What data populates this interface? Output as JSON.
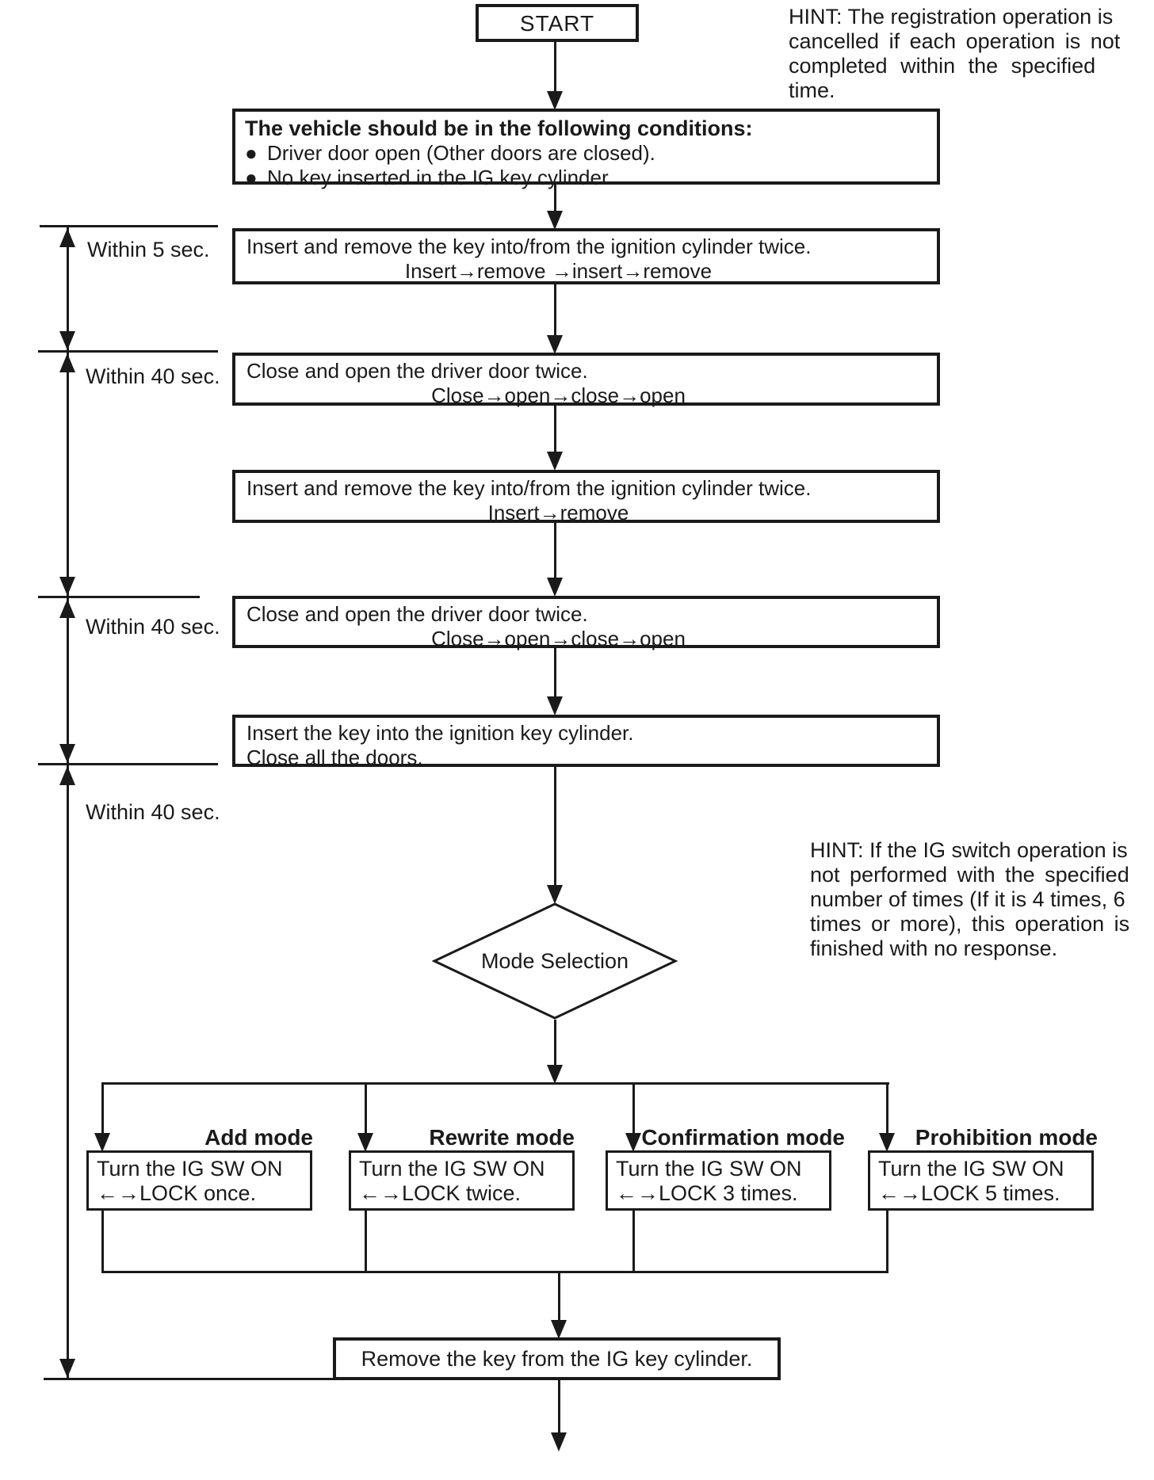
{
  "colors": {
    "ink": "#1a1a1a",
    "paper": "#ffffff"
  },
  "hints": {
    "top_right_lines": [
      "HINT: The registration operation is",
      "cancelled if each operation is not",
      "completed within the specified",
      "time."
    ],
    "mid_right_lines": [
      "HINT: If the IG switch operation is",
      "not performed with the specified",
      "number of times (If it is 4 times, 6",
      "times or more), this operation is",
      "finished with no response."
    ]
  },
  "timers": {
    "t1": "Within 5 sec.",
    "t2": "Within 40 sec.",
    "t3": "Within 40 sec.",
    "t4": "Within 40 sec."
  },
  "flow": {
    "start_label": "START",
    "conditions": {
      "title": "The vehicle should be in the following conditions:",
      "bullet_glyph": "●",
      "bullets": [
        "Driver door open (Other doors are closed).",
        "No key inserted in the IG key cylinder."
      ]
    },
    "steps": [
      {
        "line1": "Insert and remove the key into/from the ignition cylinder twice.",
        "line2": "Insert→remove →insert→remove"
      },
      {
        "line1": "Close and open the driver door twice.",
        "line2": "Close→open→close→open"
      },
      {
        "line1": "Insert and remove the key into/from the ignition cylinder twice.",
        "line2": "Insert→remove"
      },
      {
        "line1": "Close and open the driver door twice.",
        "line2": "Close→open→close→open"
      },
      {
        "line1": "Insert the key into the ignition key cylinder.",
        "line2": "Close all the doors."
      }
    ],
    "decision_label": "Mode Selection",
    "modes": [
      {
        "title": "Add mode",
        "line1": "Turn the IG SW ON",
        "line2": "←→LOCK once."
      },
      {
        "title": "Rewrite mode",
        "line1": "Turn the IG SW ON",
        "line2": "←→LOCK twice."
      },
      {
        "title": "Confirmation mode",
        "line1": "Turn the IG SW ON",
        "line2": "←→LOCK 3 times."
      },
      {
        "title": "Prohibition mode",
        "line1": "Turn the IG SW ON",
        "line2": "←→LOCK 5 times."
      }
    ],
    "final_label": "Remove the key from the IG key cylinder."
  }
}
